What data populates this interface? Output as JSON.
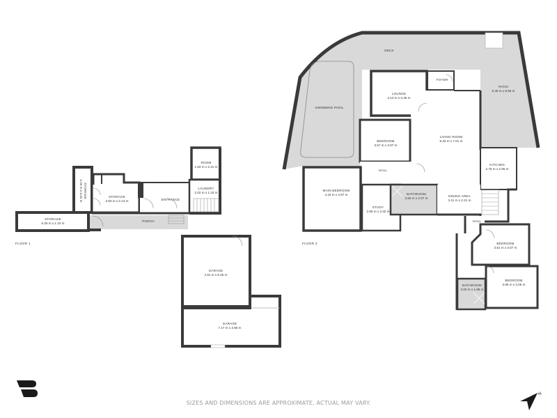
{
  "colors": {
    "wall": "#3a3a3a",
    "outdoor_fill": "#d9d9d9",
    "room_fill": "#ffffff",
    "wet_fill": "#d9d9d9",
    "text": "#333333",
    "disclaimer": "#9a9a9a"
  },
  "floor1": {
    "label": "FLOOR 1",
    "rooms": [
      {
        "name": "STORAGE",
        "dims": "1.24 m x 3.41 m"
      },
      {
        "name": "STORAGE",
        "dims": "3.83 m x 2.13 m"
      },
      {
        "name": "ENTRANCE",
        "dims": ""
      },
      {
        "name": "ROOM",
        "dims": "1.84 m x 2.41 m"
      },
      {
        "name": "LAUNDRY",
        "dims": "2.02 m x 1.33 m"
      },
      {
        "name": "STORAGE",
        "dims": "5.25 m x 1.10 m"
      },
      {
        "name": "PORCH",
        "dims": ""
      },
      {
        "name": "GARAGE",
        "dims": "4.91 m x 5.25 m"
      },
      {
        "name": "GARAGE",
        "dims": "7.17 m x 3.66 m"
      }
    ]
  },
  "floor2": {
    "label": "FLOOR 2",
    "rooms": [
      {
        "name": "DECK",
        "dims": ""
      },
      {
        "name": "SWIMMING POOL",
        "dims": ""
      },
      {
        "name": "LOUNGE",
        "dims": "4.13 m x 3.48 m"
      },
      {
        "name": "FOYER",
        "dims": ""
      },
      {
        "name": "PATIO",
        "dims": "5.45 m x 8.55 m"
      },
      {
        "name": "BEDROOM",
        "dims": "3.57 m x 3.07 m"
      },
      {
        "name": "LIVING ROOM",
        "dims": "5.33 m x 7.01 m"
      },
      {
        "name": "KITCHEN",
        "dims": "2.76 m x 2.96 m"
      },
      {
        "name": "HALL",
        "dims": ""
      },
      {
        "name": "MAIN BEDROOM",
        "dims": "4.16 m x 4.67 m"
      },
      {
        "name": "BATHROOM",
        "dims": "3.50 m x 2.07 m"
      },
      {
        "name": "STUDY",
        "dims": "2.66 m x 3.32 m"
      },
      {
        "name": "DINING AREA",
        "dims": "3.21 m x 2.21 m"
      },
      {
        "name": "HALL",
        "dims": ""
      },
      {
        "name": "BEDROOM",
        "dims": "3.51 m x 3.07 m"
      },
      {
        "name": "BATHROOM",
        "dims": "2.00 m x 1.98 m"
      },
      {
        "name": "BEDROOM",
        "dims": "3.86 m x 3.05 m"
      }
    ]
  },
  "footer": {
    "disclaimer": "SIZES AND DIMENSIONS ARE APPROXIMATE, ACTUAL MAY VARY.",
    "logo_icon": "brand-logo-icon",
    "compass_icon": "north-arrow-icon",
    "compass_label": "N"
  }
}
